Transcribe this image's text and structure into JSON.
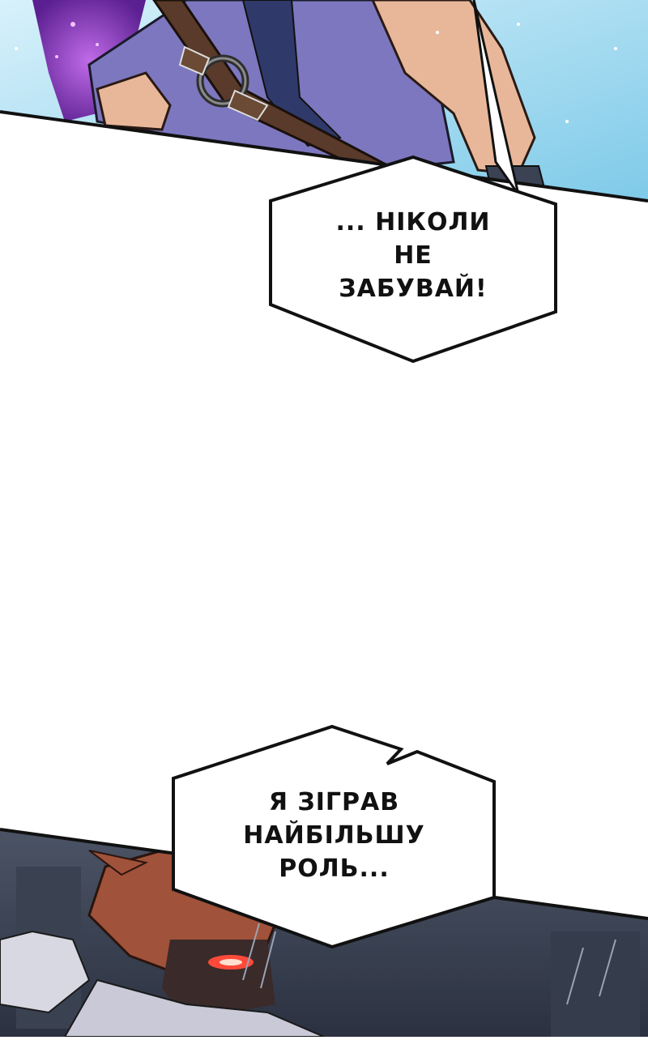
{
  "page": {
    "background": "#ffffff"
  },
  "panels": [
    {
      "id": "top-panel",
      "description_colors": {
        "sky": "#8fd3ec",
        "cloth": "#7c77bf",
        "purple_glow": "#7a2bb8",
        "strap": "#5a3a2a",
        "skin": "#e8b79a"
      }
    },
    {
      "id": "bottom-panel",
      "description_colors": {
        "background": "#3c4556",
        "hair": "#a0523a",
        "eye_glow": "#ff4a3a",
        "shirt": "#c9c9d8"
      }
    }
  ],
  "bubbles": [
    {
      "id": "bubble-never-forget",
      "lines": [
        "... НІКОЛИ",
        "НЕ",
        "ЗАБУВАЙ!"
      ]
    },
    {
      "id": "bubble-played-role",
      "lines": [
        "Я ЗІГРАВ",
        "НАЙБІЛЬШУ",
        "РОЛЬ..."
      ]
    }
  ]
}
